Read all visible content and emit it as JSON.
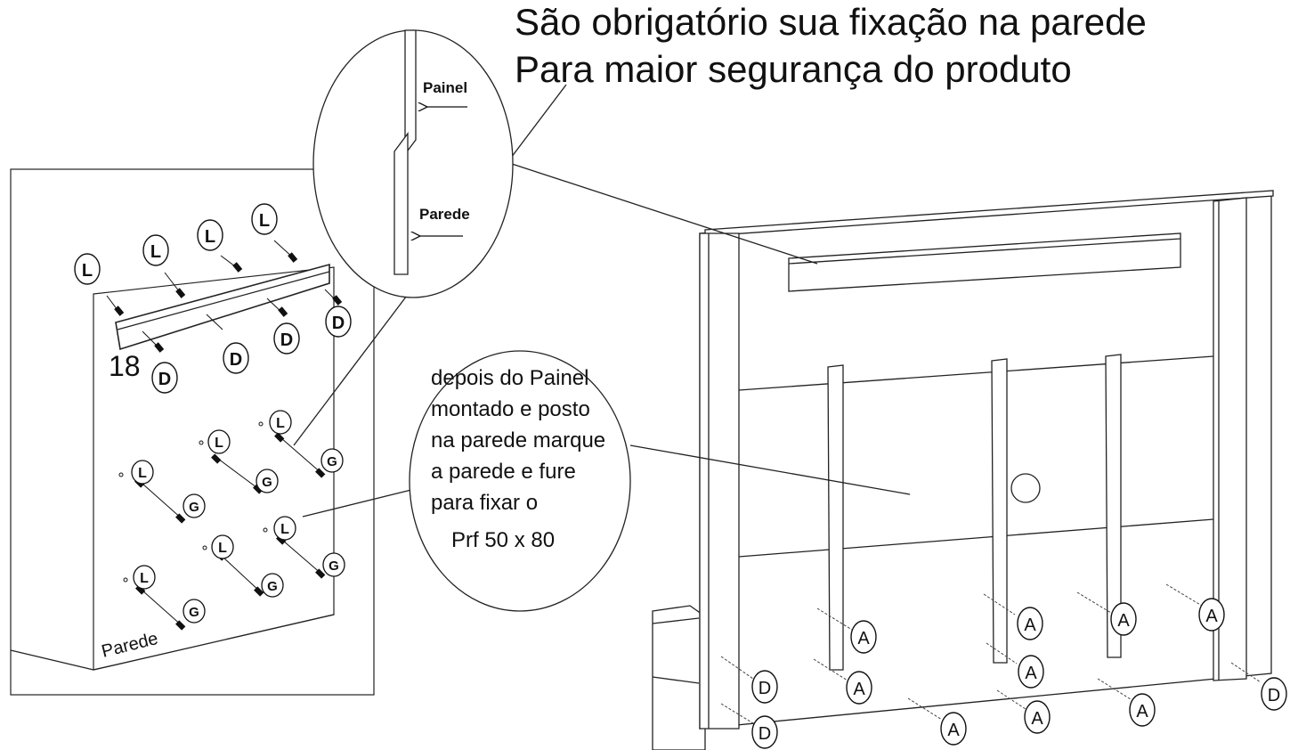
{
  "heading": {
    "line1": "São obrigatório sua fixação na parede",
    "line2": "Para maior segurança do produto"
  },
  "callout_detail": {
    "label_panel": "Painel",
    "label_wall": "Parede"
  },
  "callout_note": {
    "lines": [
      "depois do Painel",
      "montado e posto",
      "na parede marque",
      "a parede e fure",
      "para fixar o",
      "Prf 50 x 80"
    ]
  },
  "wall_view": {
    "wall_label": "Parede",
    "dimension": "18",
    "markers": {
      "L": "L",
      "D": "D",
      "G": "G"
    }
  },
  "panel_view": {
    "markers": {
      "A": "A",
      "D": "D"
    }
  }
}
